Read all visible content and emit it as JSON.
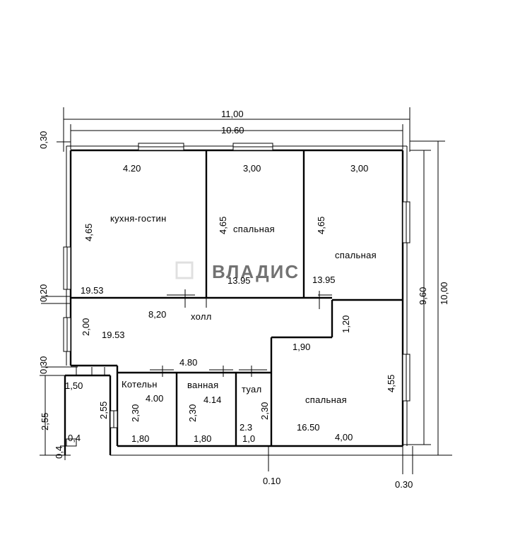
{
  "overall": {
    "width_outer": "11,00",
    "width_inner": "10.60",
    "wall_top": "0,30",
    "height_outer": "10,00",
    "height_inner": "9,60"
  },
  "rooms": [
    {
      "key": "kitchen",
      "name": "кухня-гостин",
      "width": "4.20",
      "length": "4,65",
      "area": "19.53"
    },
    {
      "key": "bedroom1",
      "name": "спальная",
      "width": "3,00",
      "length": "4,65",
      "area": "13.95"
    },
    {
      "key": "bedroom2",
      "name": "спальная",
      "width": "3,00",
      "length": "4,65",
      "area": "13.95"
    },
    {
      "key": "hall",
      "name": "холл",
      "width": "8,20",
      "length": "2,00",
      "area": "19.53"
    },
    {
      "key": "bedroom3",
      "name": "спальная",
      "width": "4,00",
      "length": "4,55",
      "area": "16.50"
    },
    {
      "key": "boiler",
      "name": "Котельн",
      "width": "1,80",
      "length": "2,30",
      "area": "4.00"
    },
    {
      "key": "bath",
      "name": "ванная",
      "width": "1,80",
      "length": "2,30",
      "area": "4.14"
    },
    {
      "key": "wc",
      "name": "туал",
      "width": "1,0",
      "length": "2,30",
      "area": "2.3"
    }
  ],
  "misc": {
    "hall_step_v": "1,20",
    "hall_step_h": "1,90",
    "corridor_len": "4.80",
    "wall_020": "0,20",
    "wall_030": "0,30",
    "porch_w": "1,50",
    "porch_h": "2,55",
    "porch_h2": "2,55",
    "porch_small": "0,4",
    "porch_small2": "0,4",
    "bottom_010": "0.10",
    "bottom_030": "0.30"
  },
  "watermark": "ВЛАДИС",
  "icons": [
    "watermark-logo-icon"
  ]
}
